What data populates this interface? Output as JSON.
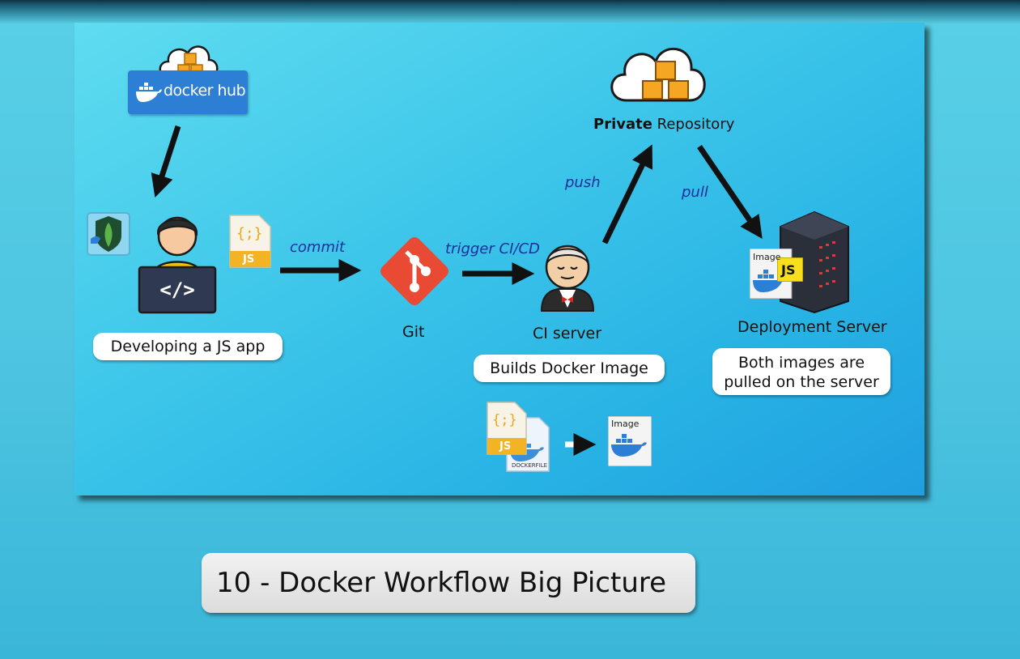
{
  "diagram": {
    "registry": {
      "logo_text": "docker hub"
    },
    "nodes": {
      "developer": "Developing a JS app",
      "git": "Git",
      "ci_server": "CI server",
      "ci_badge": "Builds Docker Image",
      "repo_bold": "Private",
      "repo_rest": " Repository",
      "deployment": "Deployment Server",
      "deployment_badge_line1": "Both images are",
      "deployment_badge_line2": "pulled on the server"
    },
    "edges": {
      "commit": "commit",
      "trigger": "trigger CI/CD",
      "push": "push",
      "pull": "pull"
    },
    "icons": {
      "js_file_glyph": "{;}",
      "js_file_label": "JS",
      "dockerfile_label": "DOCKERFILE",
      "image_label": "Image",
      "deploy_image_label": "Image",
      "deploy_js_label": "JS"
    },
    "colors": {
      "arrow": "#111111",
      "edge_label": "#1a2f9a",
      "docker_blue": "#2d7fd6",
      "git_red": "#e84a33",
      "cube_orange": "#f5a623"
    }
  },
  "caption": {
    "text": "10 - Docker Workflow Big Picture"
  }
}
